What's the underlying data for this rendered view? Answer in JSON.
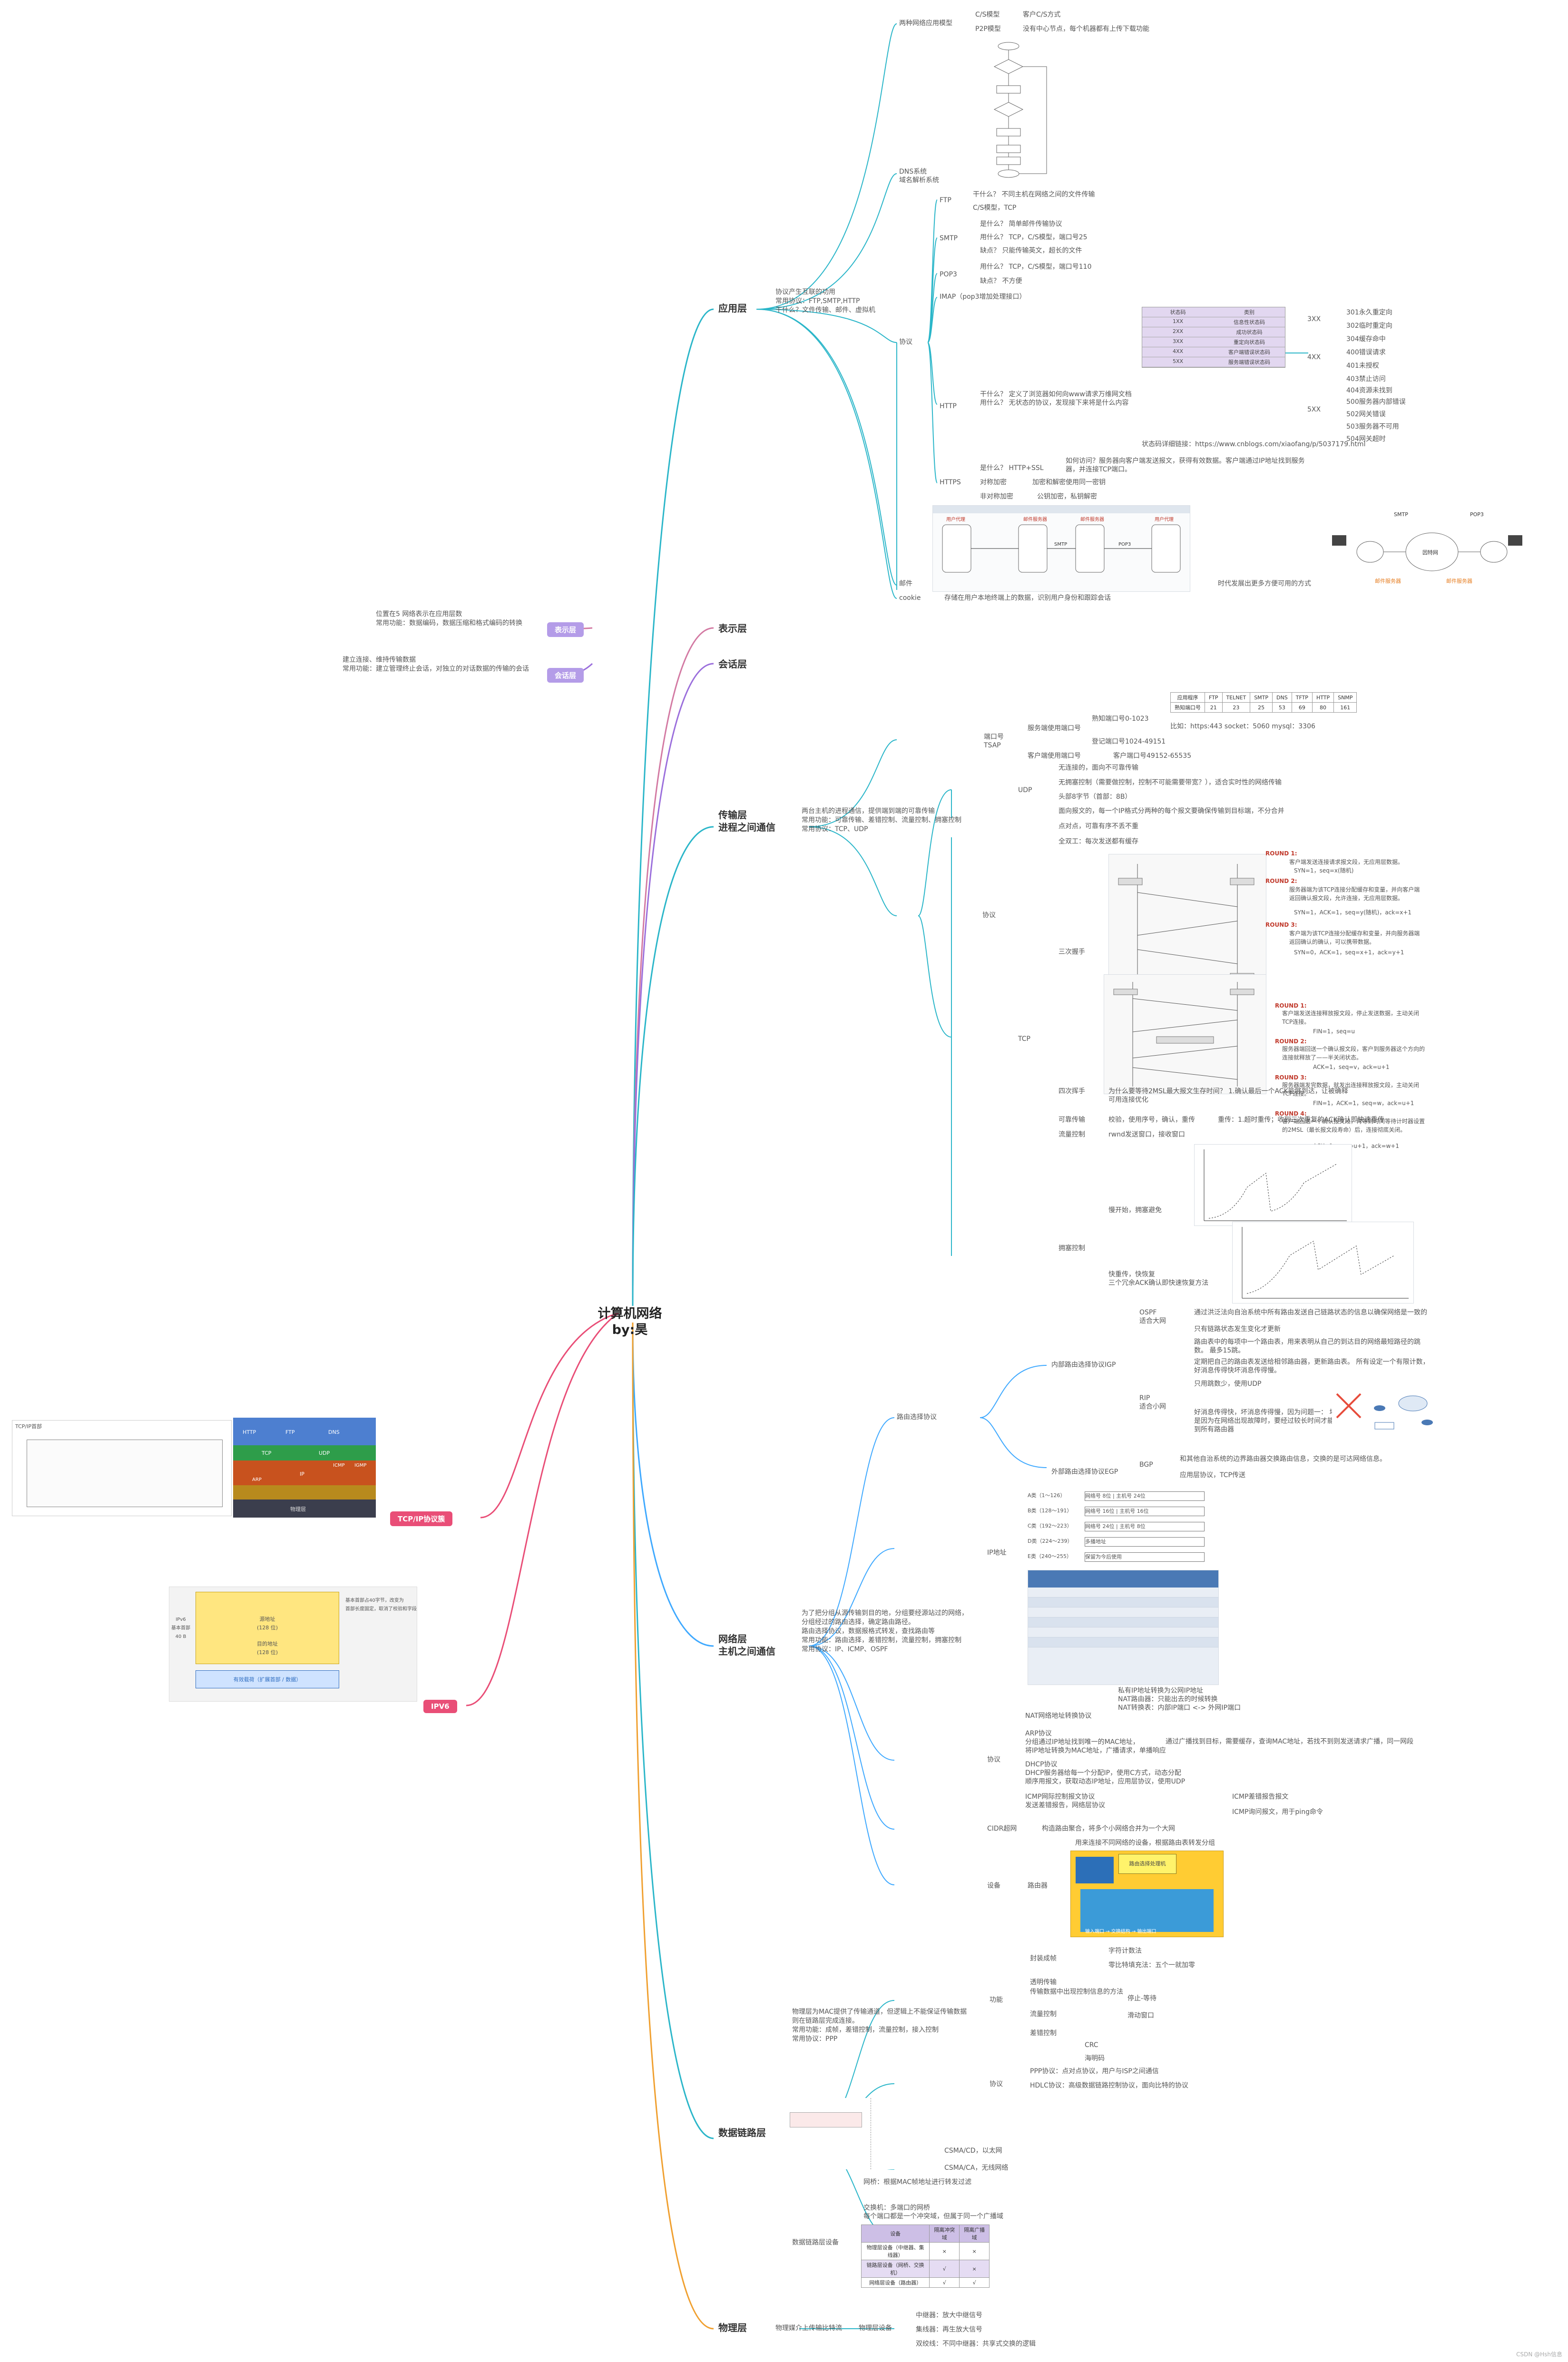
{
  "root": {
    "title": "计算机网络",
    "author": "by:昊"
  },
  "app": {
    "layer": "应用层",
    "desc": "协议产生互联的功用\n常用协议：FTP,SMTP,HTTP\n干什么？文件传输、邮件、虚拟机",
    "arch": "两种网络应用模型",
    "cs": "C/S模型",
    "cs_note": "客户C/S方式",
    "p2p": "P2P模型",
    "p2p_note": "没有中心节点，每个机器都有上传下载功能",
    "dns": "DNS系统\n域名解析系统",
    "ftp": "FTP",
    "ftp1": "干什么？ 不同主机在网络之间的文件传输",
    "ftp2": "C/S模型，TCP",
    "smtp": "SMTP",
    "smtp1": "是什么？ 简单邮件传输协议",
    "smtp2": "用什么？ TCP，C/S模型，端口号25",
    "smtp3": "缺点？ 只能传输英文，超长的文件",
    "pop3": "POP3",
    "pop1": "用什么？ TCP，C/S模型，端口号110",
    "pop2": "缺点？ 不方便",
    "imap": "IMAP（pop3增加处理接口）",
    "proto": "协议",
    "http": "HTTP",
    "http_desc": "干什么？ 定义了浏览器如何向www请求万维网文档\n用什么？ 无状态的协议，发现接下来将是什么内容",
    "status_link": "状态码详细链接：https://www.cnblogs.com/xiaofang/p/5037179.html",
    "http_flow": "如何访问？服务器向客户端发送报文，获得有效数据。客户端通过IP地址找到服务器，并连接TCP端口。",
    "https": "HTTPS",
    "https1": "是什么？ HTTP+SSL",
    "https2": "对称加密",
    "https2_note": "加密和解密使用同一密钥",
    "https3": "非对称加密",
    "https3_note": "公钥加密，私钥解密",
    "mail": "邮件",
    "mail_note": "时代发展出更多方便可用的方式",
    "cookie": "cookie",
    "cookie_note": "存储在用户本地终端上的数据，识别用户身份和跟踪会话",
    "codes": [
      [
        "状态码",
        "类别"
      ],
      [
        "1XX",
        "信息性状态码"
      ],
      [
        "2XX",
        "成功状态码"
      ],
      [
        "3XX",
        "重定向状态码"
      ],
      [
        "4XX",
        "客户端错误状态码"
      ],
      [
        "5XX",
        "服务端错误状态码"
      ]
    ],
    "g3": "3XX",
    "c3": [
      "301永久重定向",
      "302临时重定向",
      "304缓存命中"
    ],
    "g4": "4XX",
    "c4": [
      "400错误请求",
      "401未授权",
      "403禁止访问",
      "404资源未找到"
    ],
    "g5": "5XX",
    "c5": [
      "500服务器内部错误",
      "502网关错误",
      "503服务器不可用",
      "504网关超时"
    ],
    "dia_client": "用户代理",
    "dia_server": "邮件服务器",
    "dia_smtp": "SMTP",
    "dia_pop3": "POP3",
    "dia_net": "因特网"
  },
  "presentation": {
    "layer": "表示层",
    "tag": "表示层",
    "desc": "位置在5 网络表示在应用层数\n常用功能：数据编码，数据压缩和格式编码的转换"
  },
  "session": {
    "layer": "会话层",
    "tag": "会话层",
    "desc": "建立连接、维持传输数据\n常用功能：建立管理终止会话，对独立的对话数据的传输的会话"
  },
  "transport": {
    "layer": "传输层",
    "layer2": "进程之间通信",
    "desc": "两台主机的进程通信，提供端到端的可靠传输\n常用功能：可靠传输、差错控制、流量控制、拥塞控制\n常用协议：TCP、UDP",
    "port": "端口号\nTSAP",
    "port_a": "服务端使用端口号",
    "port_a1": "熟知端口号0-1023",
    "port_b": "登记端口号1024-49151",
    "port_c": "客户端使用端口号",
    "port_c1": "客户端口号49152-65535",
    "port_examples": "比如：https:443   socket：5060   mysql：3306",
    "port_table_head": [
      "应用程序",
      "FTP",
      "TELNET",
      "SMTP",
      "DNS",
      "TFTP",
      "HTTP",
      "SNMP"
    ],
    "port_table_row": [
      "熟知端口号",
      "21",
      "23",
      "25",
      "53",
      "69",
      "80",
      "161"
    ],
    "udp": "UDP",
    "udp1": "无连接的，面向不可靠传输",
    "udp2": "无拥塞控制（需要做控制，控制不可能需要带宽？），适合实时性的网络传输",
    "udp3": "头部8字节（首部：8B）",
    "udp4": "面向报文的，每一个IP格式分两种的每个报文要确保传输到目标端，不分合并",
    "proto": "协议",
    "tcp": "TCP",
    "tcp1": "点对点，可靠有序不丢不重",
    "tcp2": "全双工：每次发送都有缓存",
    "hs3": "三次握手",
    "hs4": "四次挥手",
    "hs4_q": "为什么要等待2MSL最大报文生存时间？ 1.确认最后一个ACK能够到达，让被确释\n可用连接优化",
    "reliable": "可靠传输",
    "reliable_note": "校验，使用序号，确认，重传",
    "reliable_note2": "重传：1.超时重传；收到三次重复的ACK确认即快速重传",
    "flow": "流量控制",
    "flow_note": "rwnd发送窗口，接收窗口",
    "cong": "拥塞控制",
    "cong1": "慢开始，拥塞避免",
    "cong2": "快重传，快恢复\n三个冗余ACK确认即快速恢复方法",
    "r1": "ROUND 1:",
    "r1a": "客户端发送连接请求报文段，无应用层数据。",
    "r1b": "SYN=1，seq=x(随机)",
    "r2": "ROUND 2:",
    "r2a": "服务器端为该TCP连接分配缓存和变量，并向客户端返回确认报文段，允许连接，无应用层数据。",
    "r2b": "SYN=1，ACK=1，seq=y(随机)，ack=x+1",
    "r3": "ROUND 3:",
    "r3a": "客户端为该TCP连接分配缓存和变量，并向服务器端返回确认的确认，可以携带数据。",
    "r3b": "SYN=0，ACK=1，seq=x+1，ack=y+1",
    "w1": "ROUND 1:",
    "w1a": "客户端发送连接释放报文段，停止发送数据，主动关闭TCP连接。",
    "w1b": "FIN=1，seq=u",
    "w2": "ROUND 2:",
    "w2a": "服务器端回送一个确认报文段，客户到服务器这个方向的连接就释放了——半关闭状态。",
    "w2b": "ACK=1，seq=v，ack=u+1",
    "w3": "ROUND 3:",
    "w3a": "服务器端发完数据，就发出连接释放报文段，主动关闭TCP连接。",
    "w3b": "FIN=1，ACK=1，seq=w，ack=u+1",
    "w4": "ROUND 4:",
    "w4a": "客户端回送一个确认报文段，再等到时间等待计时器设置的2MSL（最长报文段寿命）后，连接彻底关闭。",
    "w4b": "ACK=1，seq=u+1，ack=w+1"
  },
  "network": {
    "layer": "网络层",
    "layer2": "主机之间通信",
    "desc": "为了把分组从源传输到目的地，分组要经源站过的网络，\n分组经过的路由选择，确定路由路径。\n路由选择协议，数据报格式转发，查找路由等\n常用功能：路由选择，差错控制，流量控制，拥塞控制\n常用协议：IP、ICMP、OSPF",
    "routing": "路由选择协议",
    "igp": "内部路由选择协议IGP",
    "ospf": "OSPF\n适合大网",
    "ospf1": "通过洪泛法向自治系统中所有路由发送自己链路状态的信息以确保网络是一致的",
    "ospf2": "只有链路状态发生变化才更新",
    "rip": "RIP\n适合小网",
    "rip1": "路由表中的每项中一个路由表，用来表明从自己的到达目的网络最短路径的跳数。\n最多15跳。",
    "rip2": "定期把自己的路由表发送给相邻路由器，更新路由表。\n所有设定一个有限计数，好消息传得快坏消息传得慢。",
    "rip3": "只用跳数少，使用UDP",
    "rip4": "好消息传得快，坏消息传得慢，因为问题一：\n坏消息传得慢是因为在网络出现故障时，要经过较长时间才能将此信息传送到所有路由器",
    "egp": "外部路由选择协议EGP",
    "bgp": "BGP",
    "bgp1": "和其他自治系统的边界路由器交换路由信息，交换的是可达网络信息。",
    "bgp2": "应用层协议，TCP传送",
    "ip": "IP地址",
    "ipclass": [
      "A类（1～126）",
      "B类（128～191）",
      "C类（192～223）",
      "D类（224～239）",
      "E类（240～255）"
    ],
    "ipclass_r": [
      "网络号 8位 | 主机号 24位",
      "网络号 16位 | 主机号 16位",
      "网络号 24位 | 主机号 8位",
      "多播地址",
      "保留为今后使用"
    ],
    "protocol": "协议",
    "nat": "NAT网络地址转换协议",
    "nat_note": "私有IP地址转换为公网IP地址\nNAT路由器：只能出去的时候转换\nNAT转换表：内部IP端口 <-> 外网IP端口",
    "arp": "ARP协议\n分组通过IP地址找到唯一的MAC地址，\n将IP地址转换为MAC地址，广播请求，单播响应",
    "arp_note": "通过广播找到目标，需要缓存，查询MAC地址，若找不到则发送请求广播，同一网段",
    "dhcp": "DHCP协议\nDHCP服务器给每一个分配IP，使用C方式，动态分配\n顺序用报文，获取动态IP地址，应用层协议，使用UDP",
    "icmp": "ICMP网际控制报文协议\n发送差错报告，网络层协议",
    "icmp1": "ICMP差错报告报文",
    "icmp2": "ICMP询问报文，用于ping命令",
    "cidr": "CIDR超网",
    "cidr_note": "构造路由聚合，将多个小网络合并为一个大网",
    "device": "设备",
    "router": "路由器",
    "router_note": "用来连接不同网络的设备，根据路由表转发分组",
    "sec_title": "路由选择处理机",
    "sec_ports": "输入端口 → 交换结构 → 输出端口"
  },
  "datalink": {
    "layer": "数据链路层",
    "desc": "物理层为MAC提供了传输通道，但逻辑上不能保证传输数据\n则在链路层完成连接。\n常用功能：成帧，差错控制，流量控制，接入控制\n常用协议：PPP",
    "func": "功能",
    "framing": "封装成帧",
    "framing1": "字符计数法",
    "framing2": "零比特填充法：五个一就加零",
    "transparent": "透明传输",
    "transparent1": "传输数据中出现控制信息的方法",
    "flow": "流量控制",
    "flow1": "停止-等待",
    "flow2": "滑动窗口",
    "error": "差错控制",
    "crc": "CRC",
    "hamming": "海明码",
    "proto": "协议",
    "ppp": "PPP协议：点对点协议，用户与ISP之间通信",
    "hdlc": "HDLC协议：高级数据链路控制协议，面向比特的协议",
    "csma_cd": "CSMA/CD，以太网",
    "csma_ca": "CSMA/CA，无线网络",
    "devices": "数据链路层设备",
    "bridge": "网桥：根据MAC帧地址进行转发过滤",
    "switch": "交换机：多端口的网桥\n每个端口都是一个冲突域，但属于同一个广播域",
    "colh": [
      "设备",
      "隔离冲突域",
      "隔离广播域"
    ],
    "rows": [
      [
        "物理层设备（中继器、集线器）",
        "×",
        "×"
      ],
      [
        "链路层设备（网桥、交换机）",
        "√",
        "×"
      ],
      [
        "网络层设备（路由器）",
        "√",
        "√"
      ]
    ]
  },
  "physical": {
    "layer": "物理层",
    "desc": "物理媒介上传输比特流",
    "dev": "物理层设备",
    "dev1": "中继器：放大中继信号",
    "dev2": "集线器：再生放大信号",
    "dev3": "双绞线：不同中继器：共享式交换的逻辑"
  },
  "tcpip": {
    "tag": "TCP/IP协议簇",
    "title": "TCP/IP首部",
    "layers": [
      "HTTP",
      "FTP",
      "DNS",
      "TCP",
      "UDP",
      "ICMP",
      "IGMP",
      "IP",
      "ARP",
      "物理层"
    ]
  },
  "ipv6": {
    "tag": "IPV6",
    "base": "IPv6\n基本首部\n40 B",
    "payload": "有效载荷（扩展首部 / 数据）",
    "src": "源地址\n(128 位)",
    "dst": "目的地址\n(128 位)",
    "note": "基本首部占40字节，改变为\n首部长度固定，取消了校验和字段"
  },
  "footer": "CSDN @Hsh信息"
}
